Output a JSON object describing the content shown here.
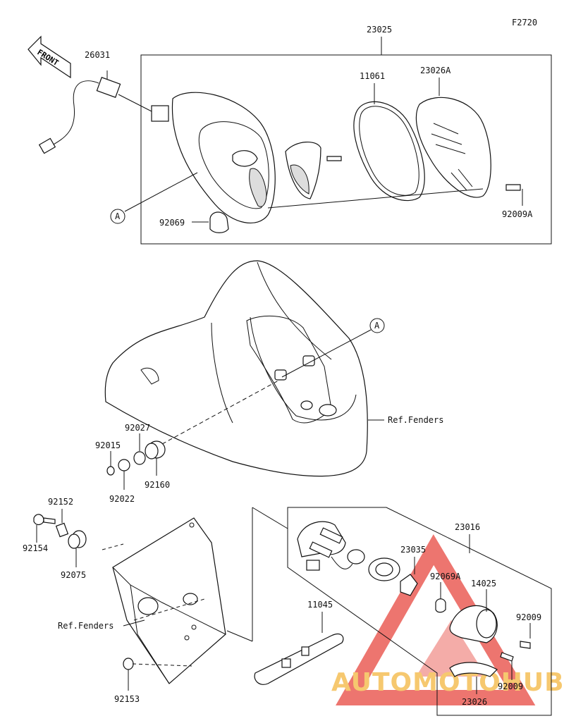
{
  "figure_code": "F2720",
  "front_label": "FRONT",
  "callout_letter": "A",
  "parts": {
    "p23025": "23025",
    "p26031": "26031",
    "p11061": "11061",
    "p23026A": "23026A",
    "p92009A": "92009A",
    "p92069": "92069",
    "p92027": "92027",
    "p92015": "92015",
    "p92160": "92160",
    "p92022": "92022",
    "p92152": "92152",
    "p92154": "92154",
    "p92075": "92075",
    "p23016": "23016",
    "p23035": "23035",
    "p92069A": "92069A",
    "p14025": "14025",
    "p92009_a": "92009",
    "p92009_b": "92009",
    "p11045": "11045",
    "p92153": "92153",
    "p23026": "23026"
  },
  "ref_fenders_upper": "Ref.Fenders",
  "ref_fenders_lower": "Ref.Fenders",
  "watermark": "AUTOMOTOHUB",
  "colors": {
    "line": "#111111",
    "watermark_red": "#e8483f",
    "watermark_gold": "#f3b640"
  }
}
